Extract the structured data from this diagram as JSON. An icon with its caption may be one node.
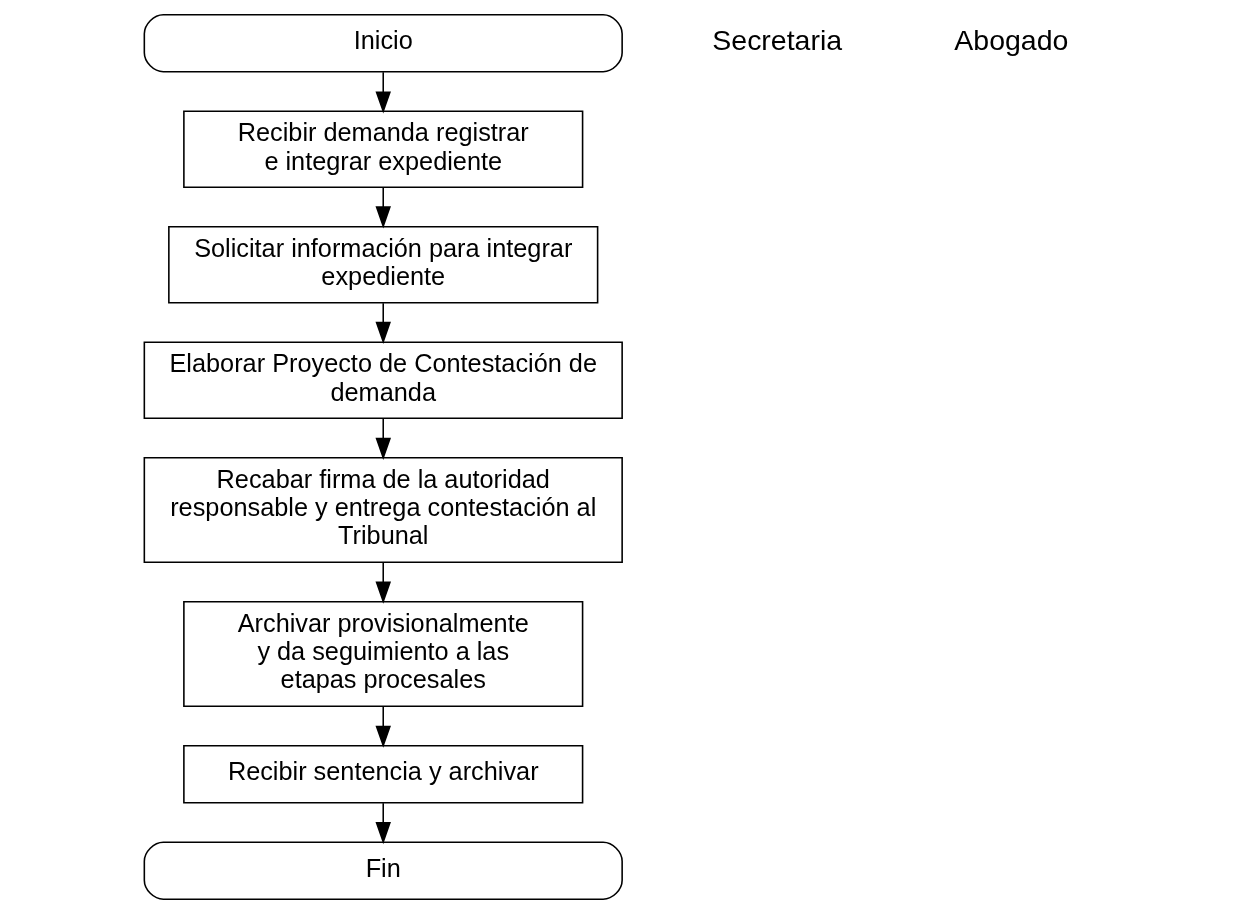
{
  "diagram": {
    "nodes": [
      {
        "text": [
          "Inicio"
        ]
      },
      {
        "text": [
          "Recibir demanda registrar e integrar expediente"
        ]
      },
      {
        "text": [
          "Solicitar información para integrar expediente"
        ]
      },
      {
        "text": [
          "Elaborar Proyecto de Contestación de demanda"
        ]
      },
      {
        "text": [
          "Recabar firma de la autoridad responsable y entrega contestación al Tribunal"
        ]
      },
      {
        "text": [
          "Archivar provisionalmente y da seguimiento a las etapas procesales"
        ]
      },
      {
        "text": [
          "Recibir sentencia y archivar"
        ]
      },
      {
        "text": [
          "Fin"
        ]
      }
    ],
    "edges": [
      {
        "from": 0,
        "to": 1,
        "arrow": "to"
      },
      {
        "from": 1,
        "to": 2,
        "arrow": "to"
      },
      {
        "from": 2,
        "to": 3,
        "arrow": "to"
      },
      {
        "from": 3,
        "to": 4,
        "arrow": "to"
      },
      {
        "from": 4,
        "to": 5,
        "arrow": "to"
      },
      {
        "from": 5,
        "to": 6,
        "arrow": "to"
      },
      {
        "from": 6,
        "to": 7,
        "arrow": "to"
      }
    ],
    "labels": [
      "Secretaria",
      "Abogado"
    ]
  }
}
